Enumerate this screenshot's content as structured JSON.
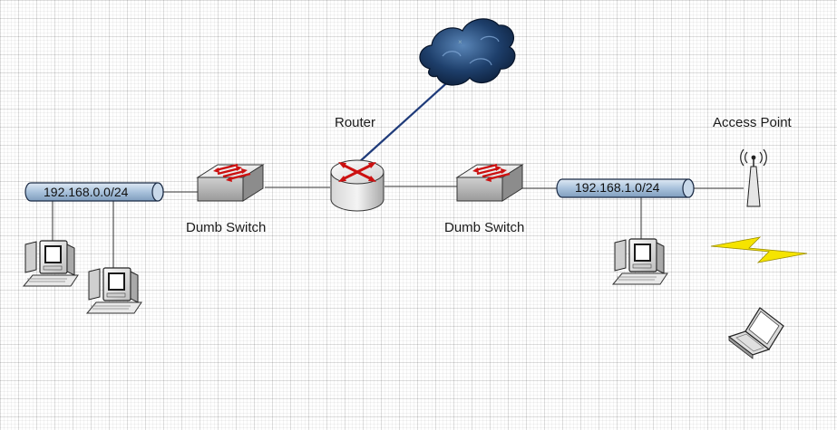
{
  "nodes": {
    "router": {
      "label": "Router"
    },
    "switch_left": {
      "label": "Dumb Switch"
    },
    "switch_right": {
      "label": "Dumb Switch"
    },
    "access_point": {
      "label": "Access Point"
    }
  },
  "segments": {
    "left": {
      "label": "192.168.0.0/24"
    },
    "right": {
      "label": "192.168.1.0/24"
    }
  },
  "colors": {
    "cloud_link": "#1f3b7a",
    "segment_fill": "#a9c2dc",
    "router_arrows": "#cc1111",
    "wireless_bolt": "#f5e400"
  },
  "icons": [
    "internet-cloud-icon",
    "router-icon",
    "switch-icon",
    "desktop-computer-icon",
    "laptop-icon",
    "access-point-icon",
    "wireless-link-icon"
  ]
}
